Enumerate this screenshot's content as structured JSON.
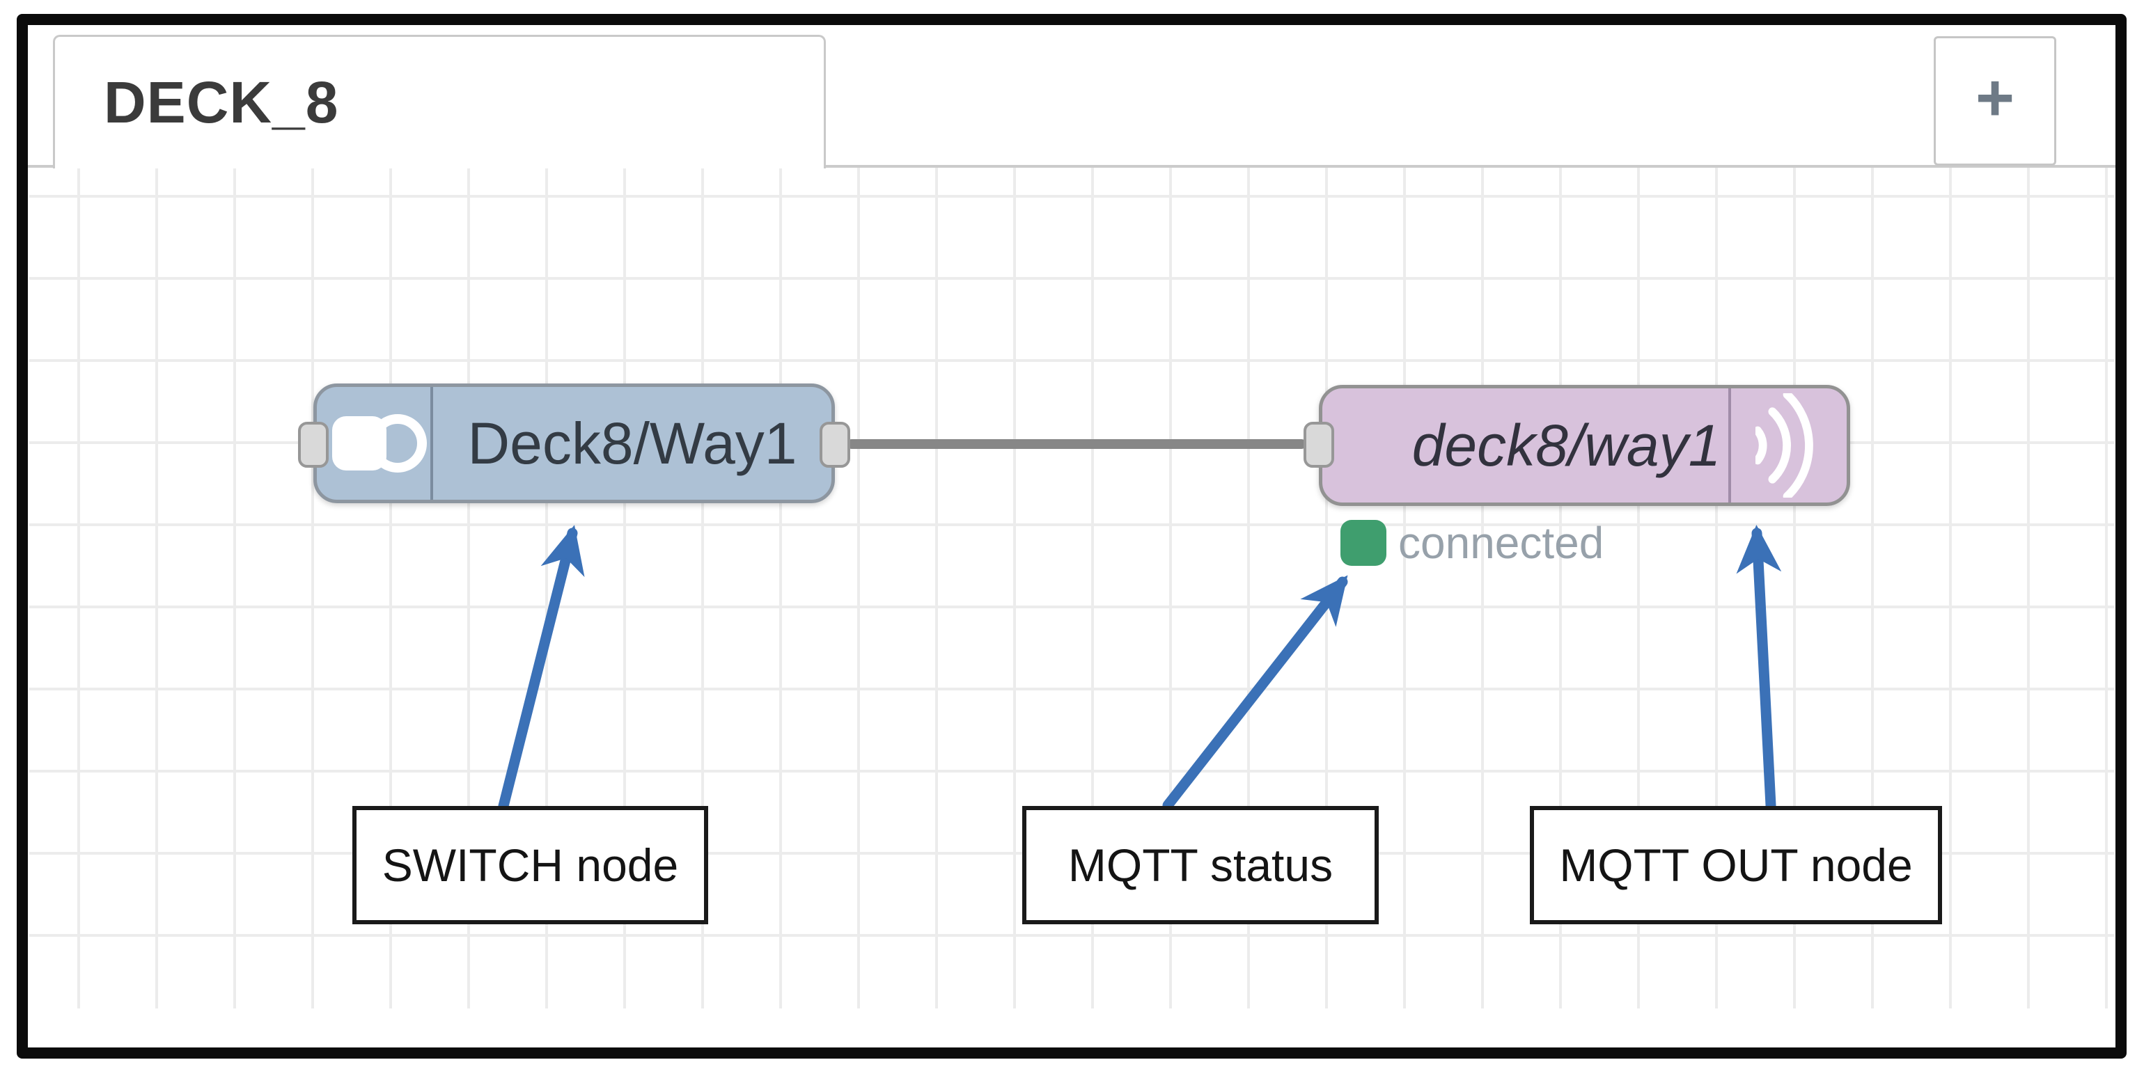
{
  "tab_bar": {
    "active_tab": {
      "label": "DECK_8"
    },
    "add_tab_button": {
      "glyph": "+",
      "icon": "plus-icon"
    }
  },
  "canvas": {
    "nodes": [
      {
        "type": "switch",
        "label": "Deck8/Way1",
        "icon": "toggle-switch-icon",
        "fill": "#adc1d5",
        "ports": [
          "input",
          "output"
        ]
      },
      {
        "type": "mqtt out",
        "label": "deck8/way1",
        "icon": "wifi-signal-icon",
        "fill": "#d8c2dc",
        "ports": [
          "input"
        ]
      }
    ],
    "wire": {
      "from": "Deck8/Way1",
      "to": "deck8/way1"
    },
    "status": {
      "text": "connected",
      "dot_color": "#3f9e6e"
    }
  },
  "annotations": {
    "boxes": [
      {
        "text": "SWITCH node"
      },
      {
        "text": "MQTT status"
      },
      {
        "text": "MQTT OUT node"
      }
    ]
  },
  "colors": {
    "arrow": "#3b71b7",
    "status_green": "#3f9e6e",
    "switch_fill": "#adc1d5",
    "mqtt_fill": "#d8c2dc",
    "wire": "#878787",
    "port_fill": "#d9d9d9",
    "grid": "#ececec"
  }
}
